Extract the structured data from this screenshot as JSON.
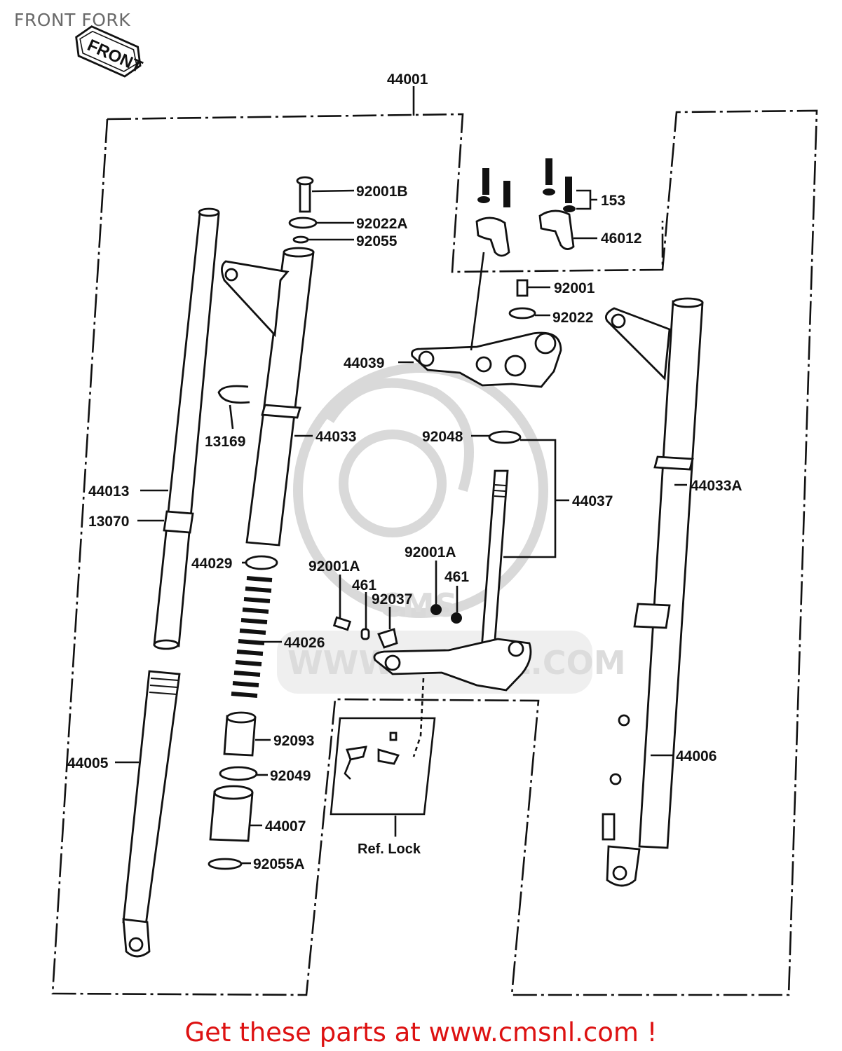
{
  "title": "FRONT FORK",
  "footer": "Get these parts at www.cmsnl.com !",
  "direction_tag": "FRONT",
  "watermark": {
    "domain": "WWW.CMSNL.COM",
    "letters": "CMS"
  },
  "ref_note": "Ref. Lock",
  "parts": {
    "p44001": "44001",
    "p92001B": "92001B",
    "p92022A": "92022A",
    "p92055": "92055",
    "p153": "153",
    "p46012": "46012",
    "p92001": "92001",
    "p92022": "92022",
    "p44039": "44039",
    "p13169": "13169",
    "p44033": "44033",
    "p92048": "92048",
    "p44037": "44037",
    "p44033A": "44033A",
    "p44013": "44013",
    "p13070": "13070",
    "p44029": "44029",
    "p92001A_l": "92001A",
    "p461_l": "461",
    "p92037": "92037",
    "p92001A_r": "92001A",
    "p461_r": "461",
    "p44026": "44026",
    "p44005": "44005",
    "p92093": "92093",
    "p92049": "92049",
    "p44007": "44007",
    "p92055A": "92055A",
    "p44006": "44006"
  },
  "colors": {
    "footer": "#dd1111",
    "title": "#6a6a6a",
    "ink": "#111111",
    "watermark": "#dcdcdc"
  }
}
